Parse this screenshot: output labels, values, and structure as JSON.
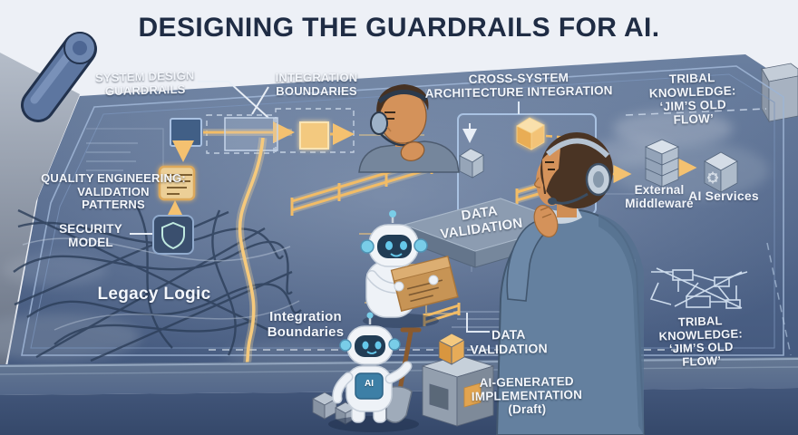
{
  "title": "DESIGNING THE GUARDRAILS FOR AI.",
  "colors": {
    "accent_orange": "#f2bc66",
    "glow_yellow": "#f8d9a0",
    "board_blue": "#51678c",
    "title_navy": "#1f2c44",
    "label_white": "#f3f6fb",
    "table_navy": "#3d5172",
    "robot_eye_cyan": "#66c8ea"
  },
  "labels": {
    "system_design_guardrails": "SYSTEM DESIGN\nGUARDRAILS",
    "integration_boundaries_top": "INTEGRATION\nBOUNDARIES",
    "cross_system_architecture": "CROSS-SYSTEM\nARCHITECTURE INTEGRATION",
    "tribal_knowledge_top": "TRIBAL KNOWLEDGE:\n‘JIM’S OLD FLOW’",
    "quality_engineering": "QUALITY ENGINEERING:\nVALIDATION\nPATTERNS",
    "security_model": "SECURITY\nMODEL",
    "legacy_logic": "Legacy Logic",
    "data_validation_platform": "DATA\nVALIDATION",
    "external_middleware": "External\nMiddleware",
    "ai_services": "AI Services",
    "integration_boundaries_bottom": "Integration\nBoundaries",
    "data_validation_bottom": "DATA\nVALIDATION",
    "ai_generated_implementation": "AI-GENERATED\nIMPLEMENTATION\n(Draft)",
    "tribal_knowledge_bottom": "TRIBAL KNOWLEDGE:\n‘JIM’S OLD FLOW’"
  },
  "robots": {
    "builder_badge": "AI"
  }
}
